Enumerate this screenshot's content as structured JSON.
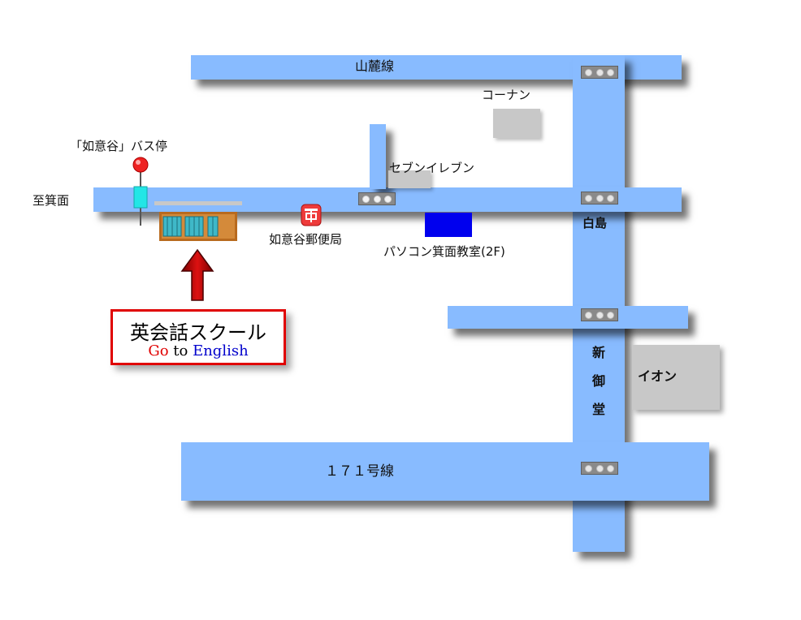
{
  "roads": {
    "sanroku_line": "山麓線",
    "route_171": "１７１号線"
  },
  "places": {
    "bus_stop": "「如意谷」バス停",
    "to_minoh": "至箕面",
    "post_office": "如意谷郵便局",
    "seven_eleven": "セブンイレブン",
    "konan": "コーナン",
    "pc_school": "パソコン箕面教室(2F)",
    "shirashima": "白島",
    "aeon": "イオン",
    "shinmido": [
      "新",
      "御",
      "堂"
    ]
  },
  "school_sign": {
    "name": "英会話スクール",
    "go": "Go",
    "to": "to",
    "english": "English",
    "border_color": "#e00000"
  },
  "colors": {
    "road": "#88bbff",
    "pc_school_marker": "#0000ee",
    "building": "#c8c8c8"
  },
  "icons": {
    "traffic_signal": "traffic-signal-icon",
    "bus_stop": "bus-stop-pin-icon",
    "post_office": "post-office-icon",
    "arrow": "up-arrow-icon",
    "school": "school-building-icon"
  }
}
